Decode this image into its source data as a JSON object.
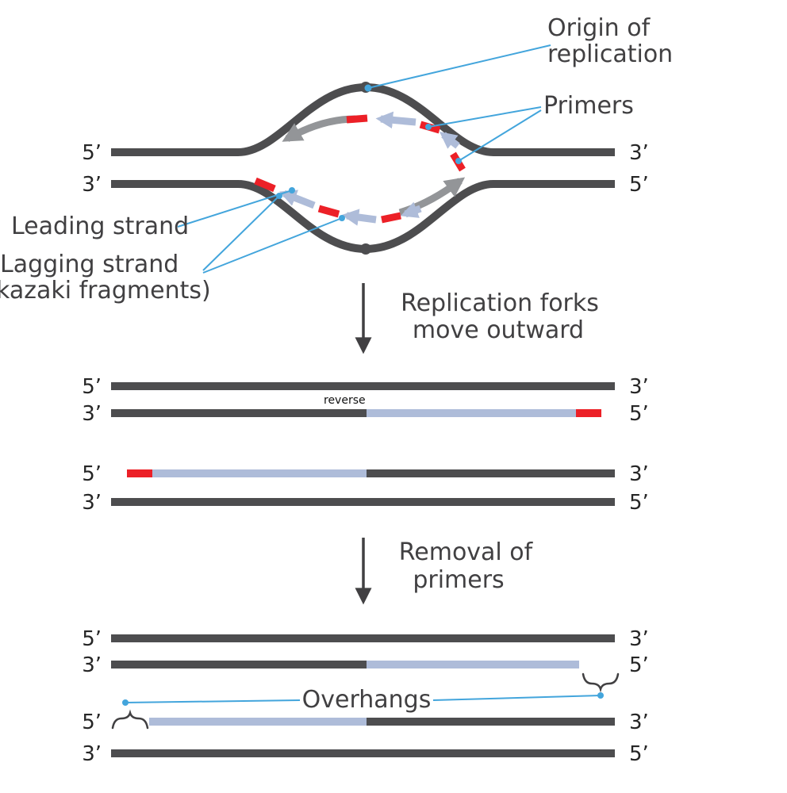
{
  "figure": "DNA replication bubble and end-replication (overhang) diagram",
  "colors": {
    "parental_strand_dark": "#4d4d4f",
    "new_strand_blue": "#aebcd9",
    "primer_red": "#ec2027",
    "fork_arrow_gray": "#939598",
    "annotation_blue": "#43a5dc",
    "text_dark": "#414042",
    "background": "#ffffff"
  },
  "labels": {
    "origin_line1": "Origin of",
    "origin_line2": "replication",
    "primers": "Primers",
    "leading_strand": "Leading strand",
    "lagging_strand_line1": "Lagging strand",
    "lagging_strand_line2": "kazaki fragments)",
    "step1_line1": "Replication forks",
    "step1_line2": "move outward",
    "step2_line1": "Removal of",
    "step2_line2": "primers",
    "overhangs": "Overhangs",
    "reverse_note": "reverse",
    "prime5": "5’",
    "prime3": "3’"
  }
}
